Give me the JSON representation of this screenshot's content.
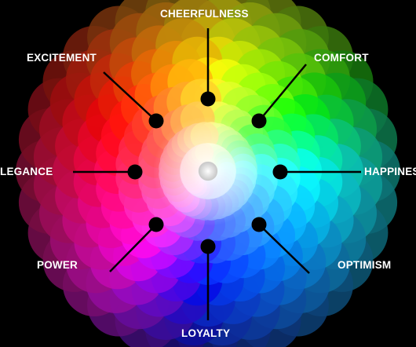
{
  "colors": {
    "background": "#000000",
    "connector": "#000000",
    "label_text": "#ffffff"
  },
  "diagram": {
    "labels": [
      {
        "key": "cheerfulness",
        "text": "CHEERFULNESS",
        "color_hue": 55
      },
      {
        "key": "comfort",
        "text": "COMFORT",
        "color_hue": 110
      },
      {
        "key": "happiness",
        "text": "HAPPINES",
        "color_hue": 170
      },
      {
        "key": "optimism",
        "text": "OPTIMISM",
        "color_hue": 200
      },
      {
        "key": "loyalty",
        "text": "LOYALTY",
        "color_hue": 235
      },
      {
        "key": "power",
        "text": "POWER",
        "color_hue": 320
      },
      {
        "key": "elegance",
        "text": "LEGANCE",
        "color_hue": 345
      },
      {
        "key": "excitement",
        "text": "EXCITEMENT",
        "color_hue": 5
      }
    ]
  }
}
